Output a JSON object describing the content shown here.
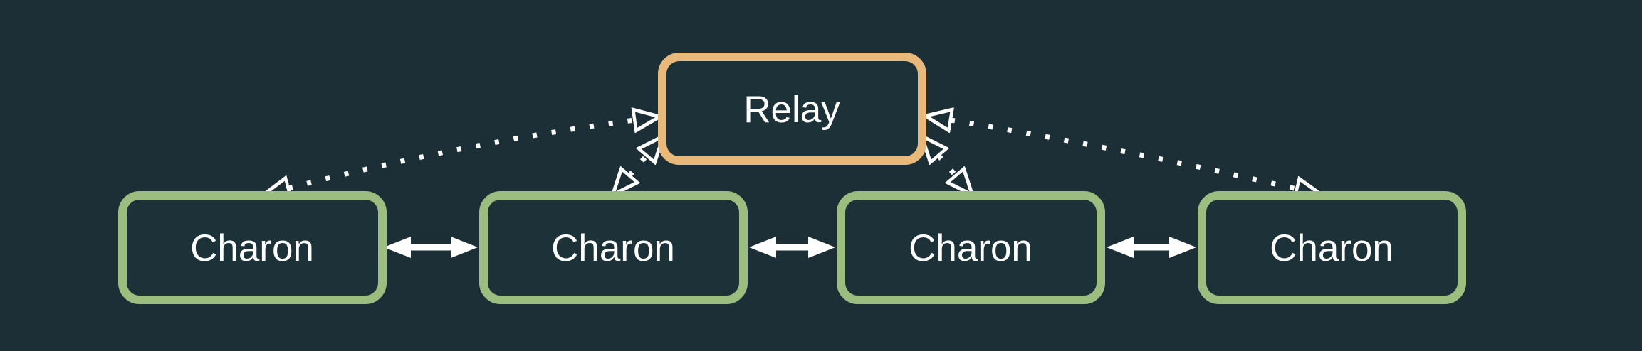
{
  "diagram": {
    "type": "network-topology",
    "background_color": "#1d2f36",
    "text_color": "#ffffff",
    "arrow_color": "#ffffff",
    "nodes": {
      "relay": {
        "label": "Relay",
        "border_color": "#e9b97c"
      },
      "charon_1": {
        "label": "Charon",
        "border_color": "#9cbd80"
      },
      "charon_2": {
        "label": "Charon",
        "border_color": "#9cbd80"
      },
      "charon_3": {
        "label": "Charon",
        "border_color": "#9cbd80"
      },
      "charon_4": {
        "label": "Charon",
        "border_color": "#9cbd80"
      }
    },
    "edges": [
      {
        "from": "charon_1",
        "to": "relay",
        "style": "dotted",
        "bidirectional": true,
        "arrowheads": "open"
      },
      {
        "from": "charon_2",
        "to": "relay",
        "style": "dotted",
        "bidirectional": true,
        "arrowheads": "open"
      },
      {
        "from": "charon_3",
        "to": "relay",
        "style": "dotted",
        "bidirectional": true,
        "arrowheads": "open"
      },
      {
        "from": "charon_4",
        "to": "relay",
        "style": "dotted",
        "bidirectional": true,
        "arrowheads": "open"
      },
      {
        "from": "charon_1",
        "to": "charon_2",
        "style": "solid",
        "bidirectional": true,
        "arrowheads": "filled"
      },
      {
        "from": "charon_2",
        "to": "charon_3",
        "style": "solid",
        "bidirectional": true,
        "arrowheads": "filled"
      },
      {
        "from": "charon_3",
        "to": "charon_4",
        "style": "solid",
        "bidirectional": true,
        "arrowheads": "filled"
      }
    ]
  }
}
